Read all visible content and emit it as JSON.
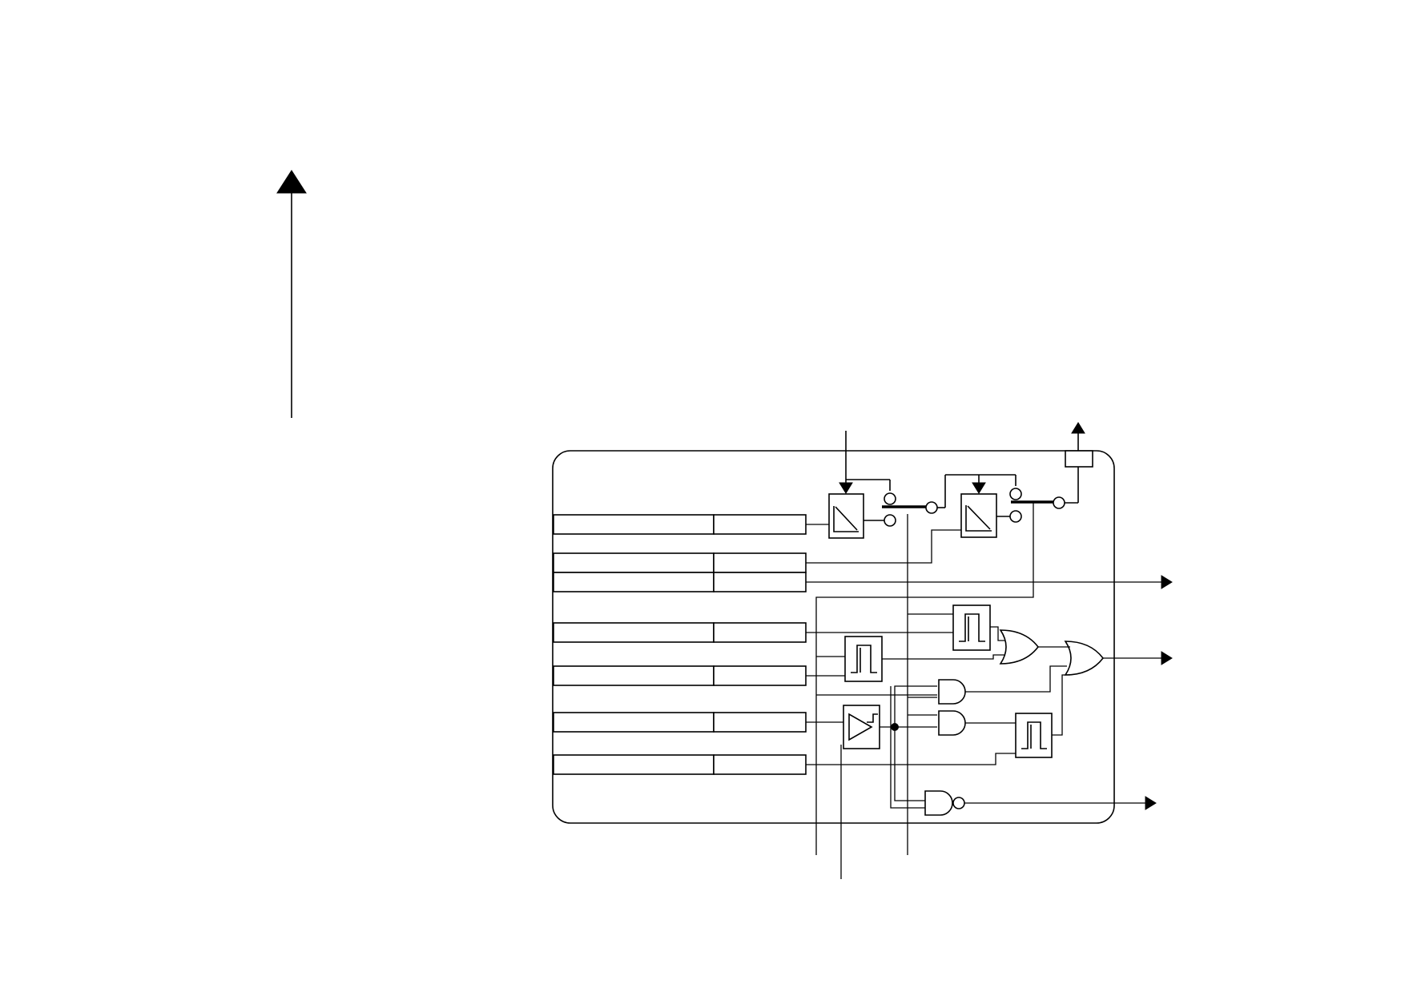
{
  "diagram": {
    "labels_visible": false,
    "colors": {
      "line": "#000000",
      "background": "#ffffff"
    },
    "symbols": [
      "up-arrow",
      "block-boundary",
      "parameter-row",
      "delay-block",
      "timer-block",
      "amplifier-block",
      "and-gate",
      "nand-gate",
      "or-gate",
      "contact",
      "output-terminal",
      "output-arrow",
      "junction-dot"
    ]
  }
}
